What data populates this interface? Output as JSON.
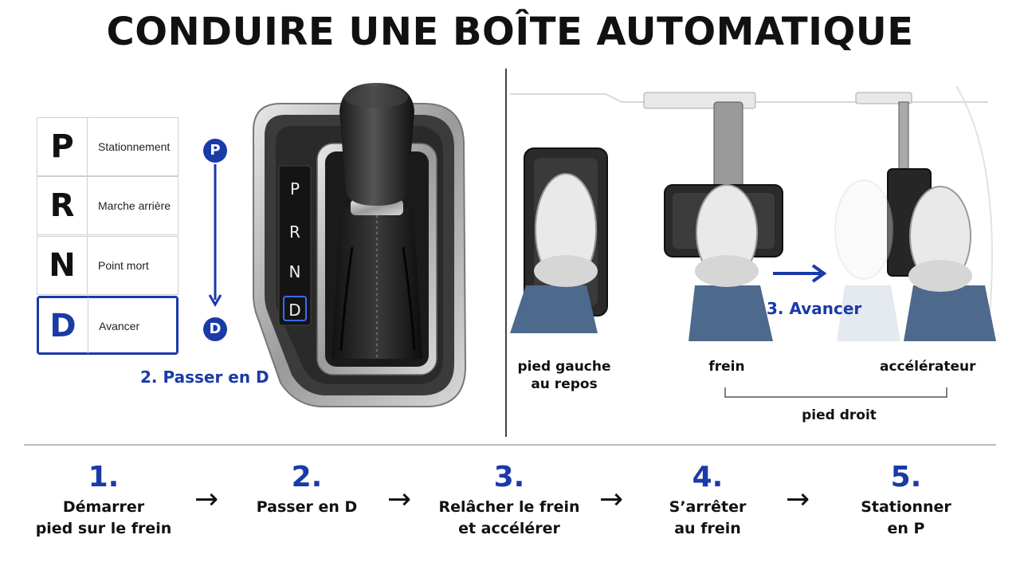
{
  "title": "CONDUIRE UNE BOÎTE AUTOMATIQUE",
  "gears": [
    {
      "letter": "P",
      "label": "Stationnement"
    },
    {
      "letter": "R",
      "label": "Marche arrière"
    },
    {
      "letter": "N",
      "label": "Point mort"
    },
    {
      "letter": "D",
      "label": "Avancer"
    }
  ],
  "active_gear": "D",
  "shift_path": {
    "from": "P",
    "to": "D"
  },
  "shifter_display": [
    "P",
    "R",
    "N",
    "D"
  ],
  "step_label_shift": "2. Passer en D",
  "step_label_go": "3. Avancer",
  "pedals": {
    "left_foot": [
      "pied gauche",
      "au repos"
    ],
    "brake": "frein",
    "accelerator": "accélérateur",
    "right_foot": "pied droit"
  },
  "steps": [
    {
      "num": "1.",
      "line1": "Démarrer",
      "line2": "pied sur le frein"
    },
    {
      "num": "2.",
      "line1": "Passer en D",
      "line2": ""
    },
    {
      "num": "3.",
      "line1": "Relâcher le frein",
      "line2": "et accélérer"
    },
    {
      "num": "4.",
      "line1": "S’arrêter",
      "line2": "au frein"
    },
    {
      "num": "5.",
      "line1": "Stationner",
      "line2": "en P"
    }
  ],
  "step_arrow": "→",
  "colors": {
    "accent": "#1a3aa8",
    "text": "#111111",
    "divider": "#bbbbbb"
  },
  "icons": [
    "gear-shifter-icon",
    "pedal-icon",
    "shoe-icon",
    "arrow-right-icon",
    "arrow-down-icon"
  ]
}
